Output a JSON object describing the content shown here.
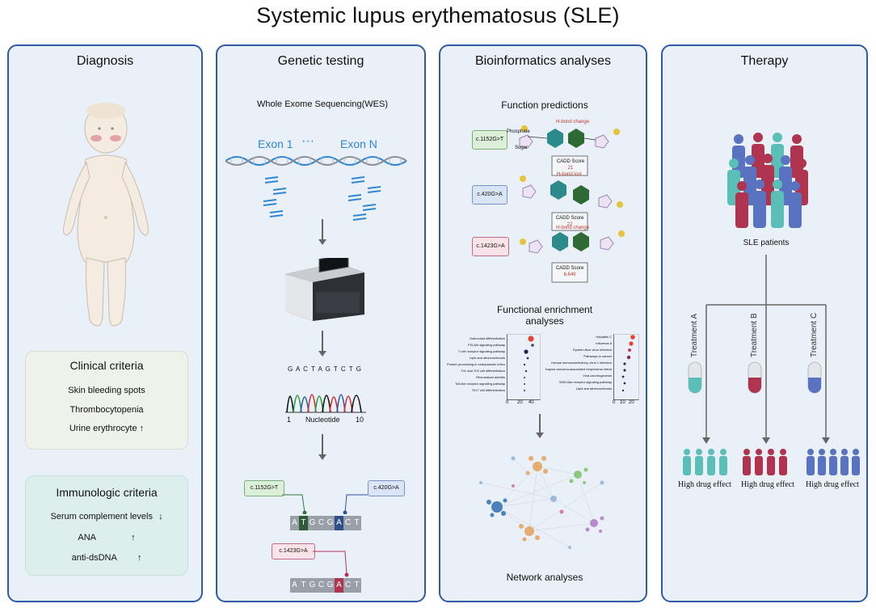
{
  "title": "Systemic lupus erythematosus (SLE)",
  "panels": {
    "diagnosis": {
      "title": "Diagnosis",
      "clinical": {
        "title": "Clinical criteria",
        "items": [
          "Skin bleeding spots",
          "Thrombocytopenia",
          "Urine erythrocyte"
        ]
      },
      "immunologic": {
        "title": "Immunologic criteria",
        "items": [
          "Serum complement levels",
          "ANA",
          "anti-dsDNA"
        ]
      }
    },
    "genetic": {
      "title": "Genetic testing",
      "wes": "Whole Exome Sequencing(WES)",
      "exon1": "Exon 1",
      "dots": "···",
      "exonN": "Exon N",
      "sequence": "G A C T A G T C T G",
      "nuc_start": "1",
      "nuc_label": "Nucleotide",
      "nuc_end": "10",
      "variant1": "c.1152G>T",
      "variant2": "c.420G>A",
      "variant3": "c.1423G>A",
      "bases1": [
        "A",
        "T",
        "G",
        "C",
        "G",
        "A",
        "C",
        "T"
      ],
      "bases2": [
        "A",
        "T",
        "G",
        "C",
        "G",
        "A",
        "C",
        "T"
      ]
    },
    "bioinfo": {
      "title": "Bioinformatics analyses",
      "function_title": "Function predictions",
      "variants": [
        {
          "label": "c.1152G>T",
          "change": "H-bond change",
          "score_label": "CADD Score",
          "score": "21"
        },
        {
          "label": "c.420G>A",
          "change": "H-bond lost",
          "score_label": "CADD Score",
          "score": "22"
        },
        {
          "label": "c.1423G>A",
          "change": "H-bond change",
          "score_label": "CADD Score",
          "score": "6.649"
        }
      ],
      "phosphate": "Phosphate",
      "sugar": "Sugar",
      "enrichment_title_1": "Functional enrichment",
      "enrichment_title_2": "analyses",
      "enrich_left": [
        "Osteoclast differentiation",
        "PI3-Akt signaling pathway",
        "T cell receptor signaling pathway",
        "Lipid and atherosclerosis",
        "Protein processing in endoplasmic reticulum",
        "Th1 and Th2 cell differentiation",
        "Rheumatoid arthritis",
        "Toll-like receptor signaling pathway",
        "Th17 cell differentiation"
      ],
      "enrich_left_ticks": [
        "0",
        "20",
        "40"
      ],
      "enrich_right": [
        "Hepatitis C",
        "Influenza A",
        "Epstein-Barr virus infection",
        "Pathways in cancer",
        "Human immunodeficiency virus 1 infection",
        "Kaposi sarcoma-associated herpesvirus infection",
        "Viral carcinogenesis",
        "NOD-like receptor signaling pathway",
        "Lipid and atherosclerosis"
      ],
      "enrich_right_ticks": [
        "0",
        "10",
        "20"
      ],
      "network_title": "Network analyses"
    },
    "therapy": {
      "title": "Therapy",
      "patients": "SLE patients",
      "treatments": [
        "Treatment A",
        "Treatment B",
        "Treatment C"
      ],
      "effects": [
        "High drug effect",
        "High drug effect",
        "High drug effect"
      ]
    }
  },
  "colors": {
    "border": "#2f5aa8",
    "panel_bg": "#e9f0f8",
    "teal": "#5bbfb8",
    "crimson": "#b0344f",
    "blue": "#5a73c0",
    "dna_blue": "#2f86d1"
  }
}
